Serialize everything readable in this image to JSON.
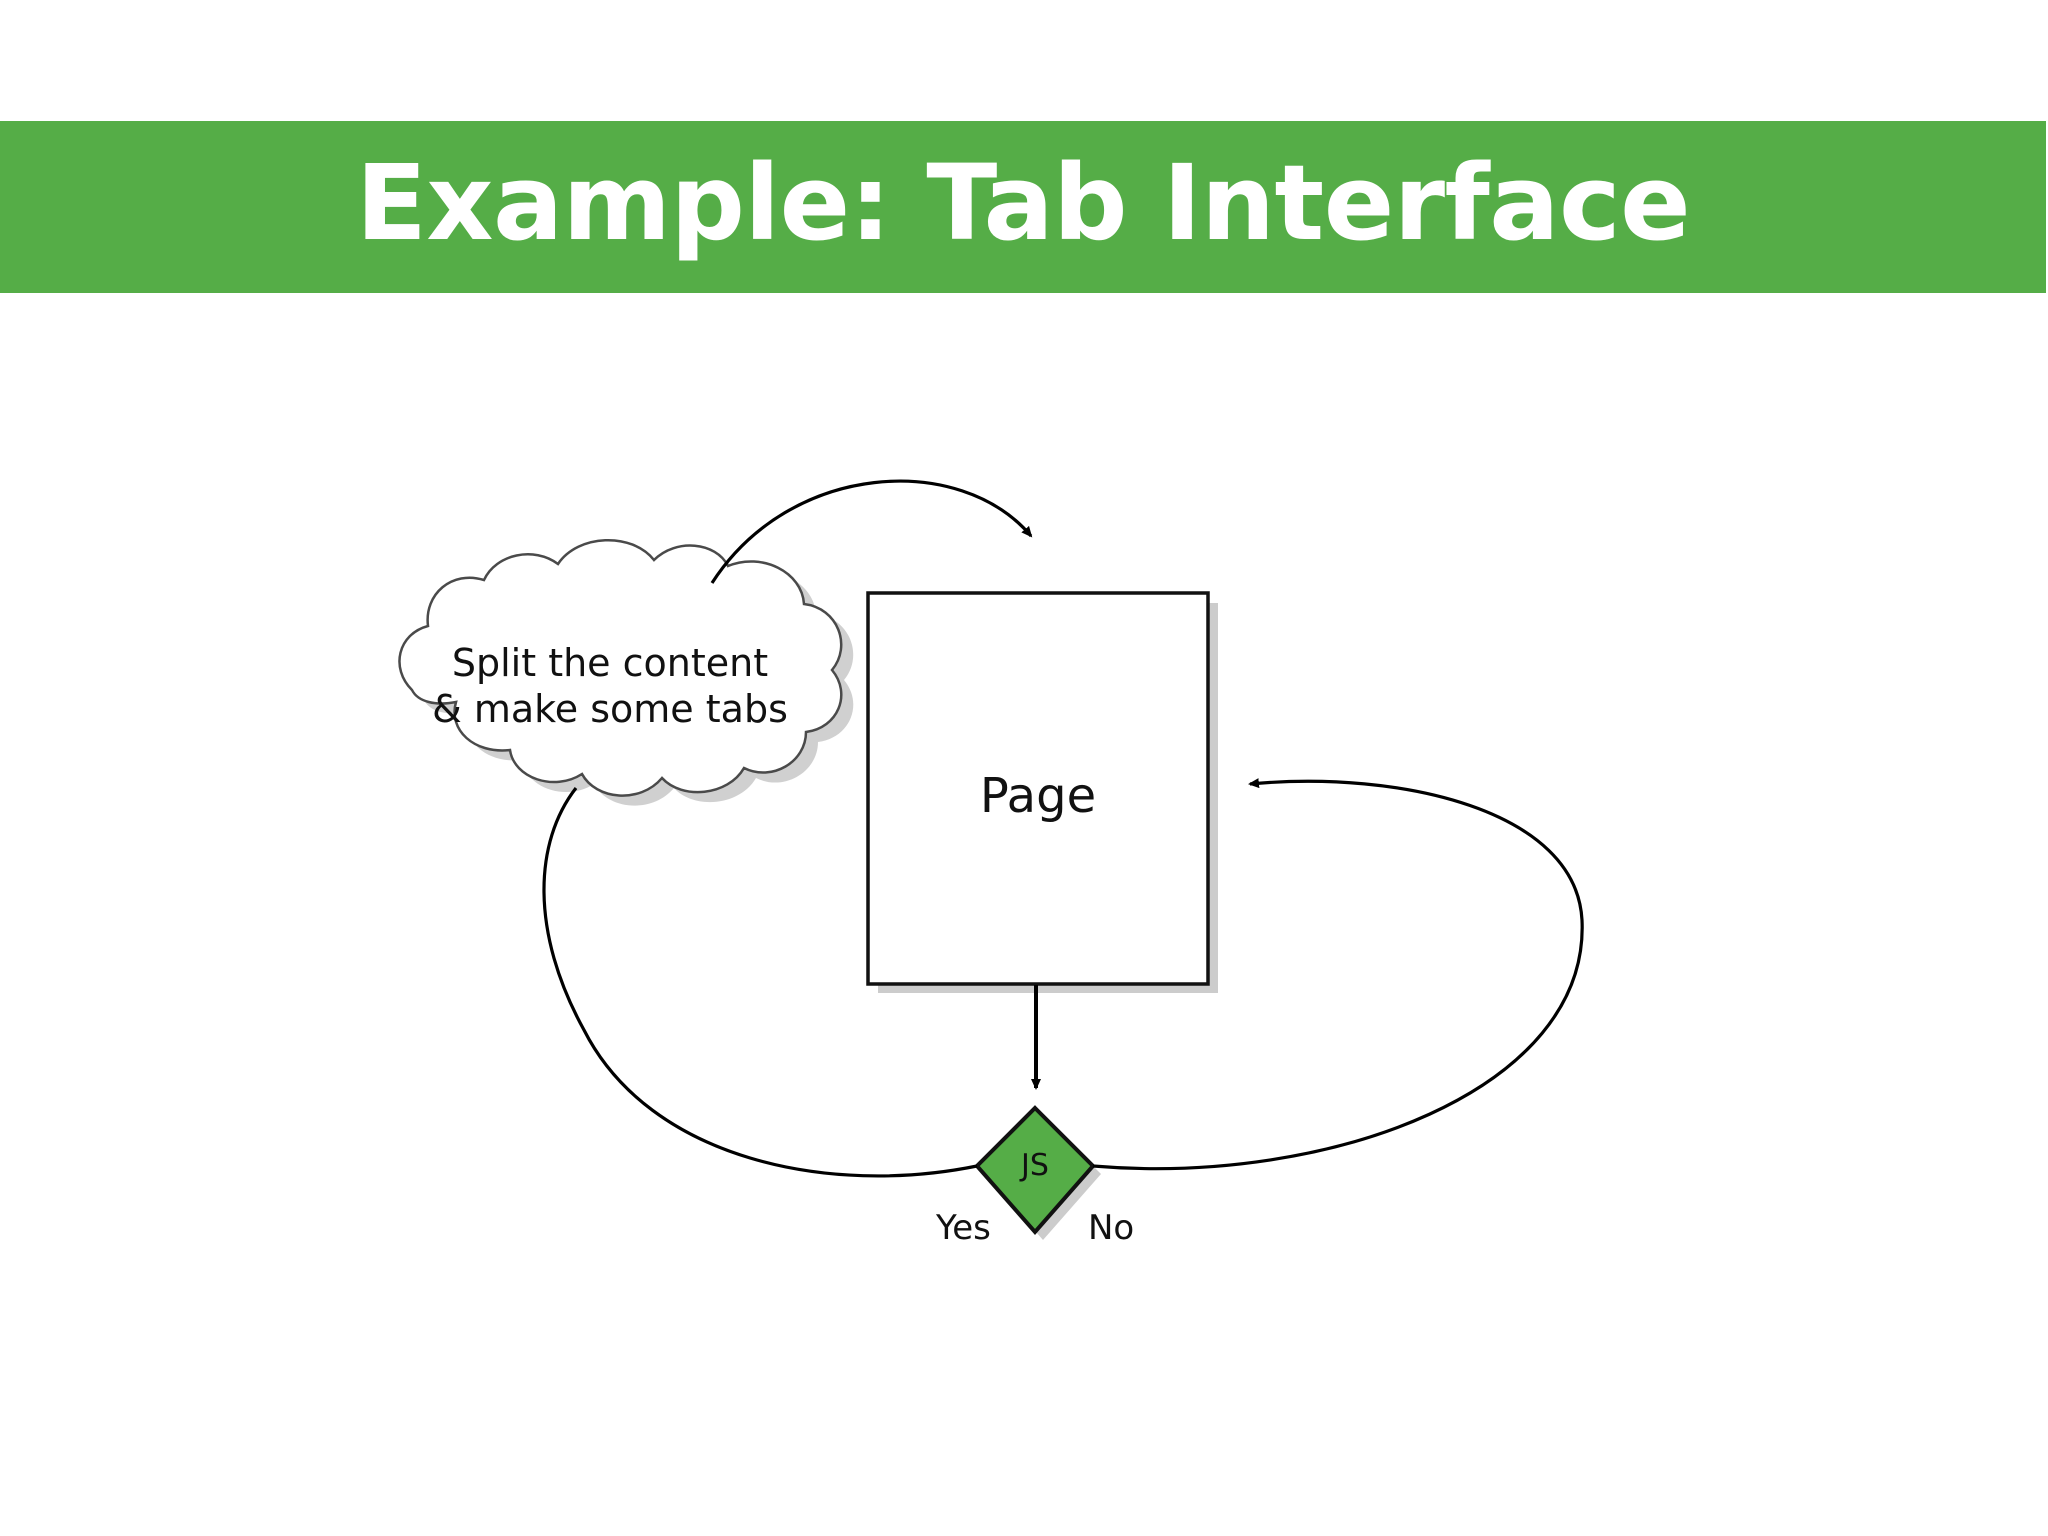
{
  "slide": {
    "title": "Example: Tab Interface",
    "banner_color": "#55ad47",
    "background_color": "#ffffff"
  },
  "diagram": {
    "type": "flowchart",
    "nodes": [
      {
        "id": "cloud",
        "shape": "cloud",
        "label_line_1": "Split the content",
        "label_line_2": "& make some tabs",
        "fill": "#ffffff",
        "stroke": "#4a4a4a"
      },
      {
        "id": "page",
        "shape": "rectangle",
        "label": "Page",
        "fill": "#ffffff",
        "stroke": "#111111"
      },
      {
        "id": "decision",
        "shape": "diamond",
        "label": "JS",
        "fill": "#55ad47",
        "stroke": "#111111"
      }
    ],
    "edges": [
      {
        "id": "cloud-to-page",
        "from": "cloud",
        "to": "page",
        "label": "",
        "arrow": true
      },
      {
        "id": "page-to-decision",
        "from": "page",
        "to": "decision",
        "label": "",
        "arrow": true
      },
      {
        "id": "decision-yes-to-cloud",
        "from": "decision",
        "to": "cloud",
        "label": "Yes",
        "arrow": false
      },
      {
        "id": "decision-no-to-page",
        "from": "decision",
        "to": "page",
        "label": "No",
        "arrow": true
      }
    ],
    "branch_labels": {
      "yes": "Yes",
      "no": "No"
    }
  }
}
